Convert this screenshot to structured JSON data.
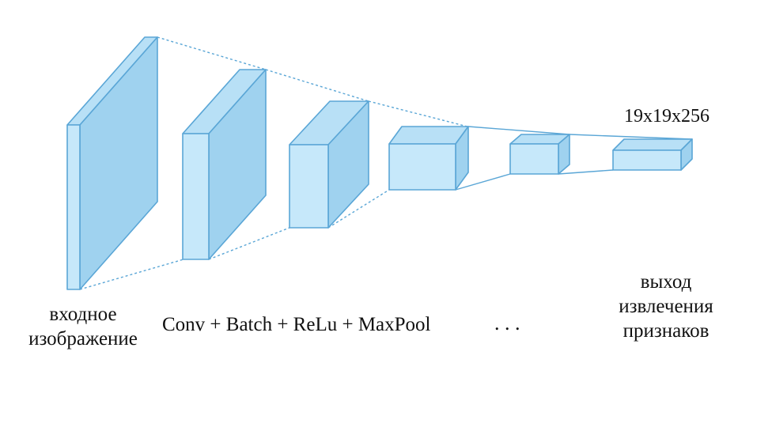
{
  "labels": {
    "input": [
      "входное",
      "изображение"
    ],
    "pipeline": "Conv + Batch + ReLu + MaxPool",
    "ellipsis": ".   .   .",
    "output": [
      "выход",
      "извлечения",
      "признаков"
    ],
    "output_shape": "19x19x256"
  },
  "colors": {
    "block_fill": "#c6e8fa",
    "block_stroke": "#5aa6d6"
  }
}
